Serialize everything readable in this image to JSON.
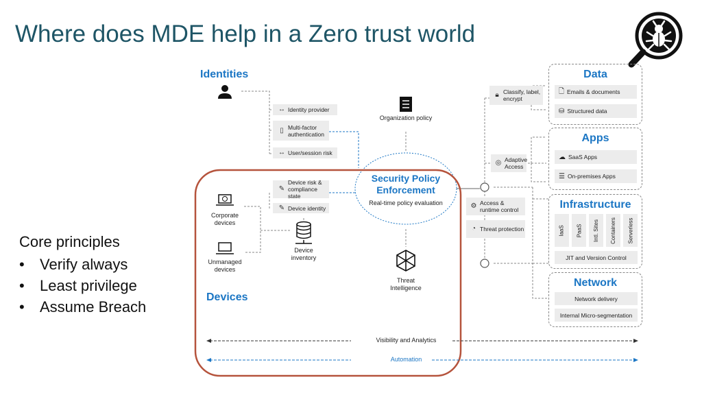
{
  "title": "Where does MDE help in a Zero trust world",
  "principles": {
    "heading": "Core principles",
    "items": [
      "Verify always",
      "Least privilege",
      "Assume Breach"
    ]
  },
  "diagram": {
    "identities": "Identities",
    "identity_pills": [
      "Identity provider",
      "Multi-factor authentication",
      "User/session risk"
    ],
    "device_pills": [
      "Device risk & compliance state",
      "Device identity"
    ],
    "org_policy": "Organization policy",
    "spe_title": "Security Policy Enforcement",
    "spe_sub": "Real-time policy evaluation",
    "corporate": "Corporate devices",
    "unmanaged": "Unmanaged devices",
    "inventory": "Device inventory",
    "devices": "Devices",
    "threat_intel": "Threat Intelligence",
    "classify": "Classify, label, encrypt",
    "adaptive": "Adaptive Access",
    "access_runtime": "Access & runtime control",
    "threat_protection": "Threat protection",
    "visibility": "Visibility and Analytics",
    "automation": "Automation",
    "data": {
      "title": "Data",
      "items": [
        "Emails & documents",
        "Structured data"
      ]
    },
    "apps": {
      "title": "Apps",
      "items": [
        "SaaS Apps",
        "On-premises Apps"
      ]
    },
    "infra": {
      "title": "Infrastructure",
      "verticals": [
        "IaaS",
        "PaaS",
        "Intl. Sites",
        "Containers",
        "Serverless"
      ],
      "jit": "JIT and Version Control"
    },
    "network": {
      "title": "Network",
      "items": [
        "Network delivery",
        "Internal Micro-segmentation"
      ]
    }
  },
  "colors": {
    "title": "#1e5566",
    "accent": "#1b76c4",
    "highlight": "#b5533c"
  }
}
